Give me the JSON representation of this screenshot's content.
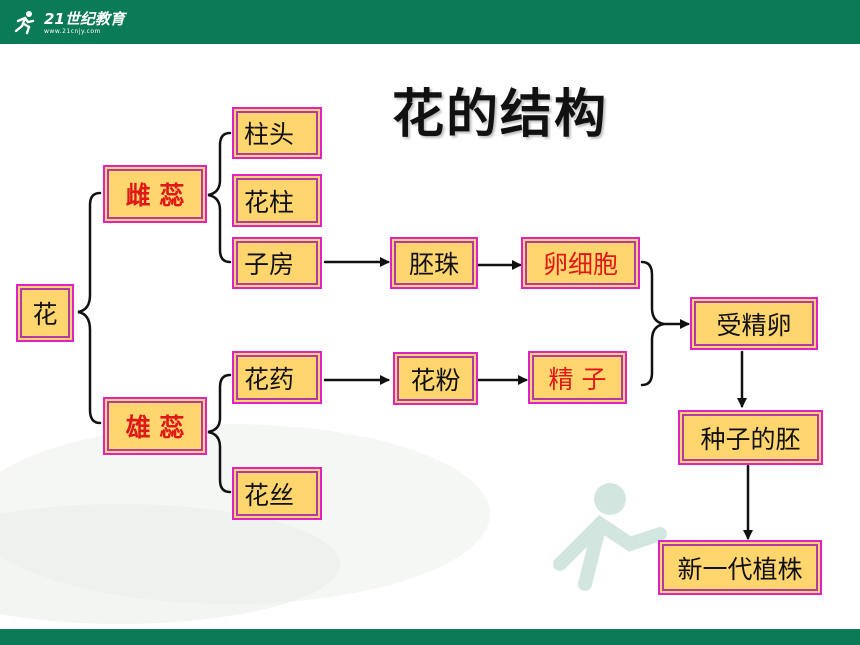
{
  "header": {
    "logo_name": "21世纪教育",
    "logo_sub": "www.21cnjy.com"
  },
  "title": "花的结构",
  "nodes": {
    "flower": "花",
    "pistil": "雌 蕊",
    "stigma": "柱头",
    "style": "花柱",
    "ovary": "子房",
    "ovule": "胚珠",
    "egg_cell": "卵细胞",
    "stamen": "雄 蕊",
    "anther": "花药",
    "filament": "花丝",
    "pollen": "花粉",
    "sperm": "精 子",
    "zygote": "受精卵",
    "embryo": "种子的胚",
    "new_plant": "新一代植株"
  },
  "colors": {
    "header_green": "#0b7a56",
    "box_fill": "#ffd56e",
    "box_border": "#e020c8",
    "highlight_text": "#e01818"
  }
}
